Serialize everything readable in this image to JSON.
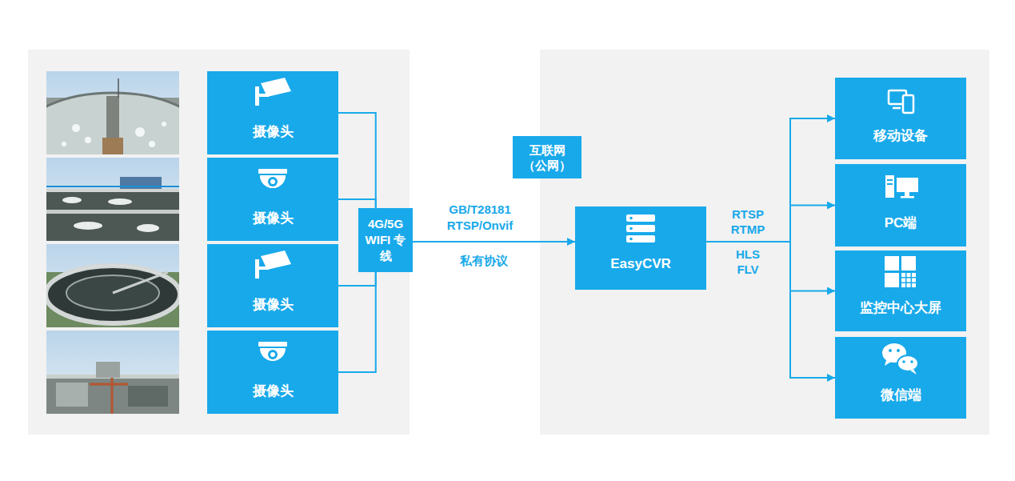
{
  "diagram": {
    "nodes": [
      {
        "text": [
          "摄像头"
        ]
      },
      {
        "text": [
          "摄像头"
        ]
      },
      {
        "text": [
          "摄像头"
        ]
      },
      {
        "text": [
          "摄像头"
        ]
      },
      {
        "text": [
          "4G/5G WIFI 专线"
        ]
      },
      {
        "text": [
          "互联网 （公网）"
        ]
      },
      {
        "text": [
          "EasyCVR"
        ]
      },
      {
        "text": [
          "移动设备"
        ]
      },
      {
        "text": [
          "PC端"
        ]
      },
      {
        "text": [
          "监控中心大屏"
        ]
      },
      {
        "text": [
          "微信端"
        ]
      }
    ],
    "edges": [
      {
        "from": 0,
        "to": 4,
        "arrow": "none"
      },
      {
        "from": 1,
        "to": 4,
        "arrow": "none"
      },
      {
        "from": 2,
        "to": 4,
        "arrow": "none"
      },
      {
        "from": 3,
        "to": 4,
        "arrow": "none"
      },
      {
        "from": 4,
        "to": 6,
        "arrow": "to"
      },
      {
        "from": 6,
        "to": 7,
        "arrow": "to"
      },
      {
        "from": 6,
        "to": 8,
        "arrow": "to"
      },
      {
        "from": 6,
        "to": 9,
        "arrow": "to"
      },
      {
        "from": 6,
        "to": 10,
        "arrow": "to"
      }
    ],
    "labels": [
      "GB/T28181",
      "RTSP/Onvif",
      "私有协议",
      "RTSP",
      "RTMP",
      "HLS",
      "FLV"
    ]
  }
}
